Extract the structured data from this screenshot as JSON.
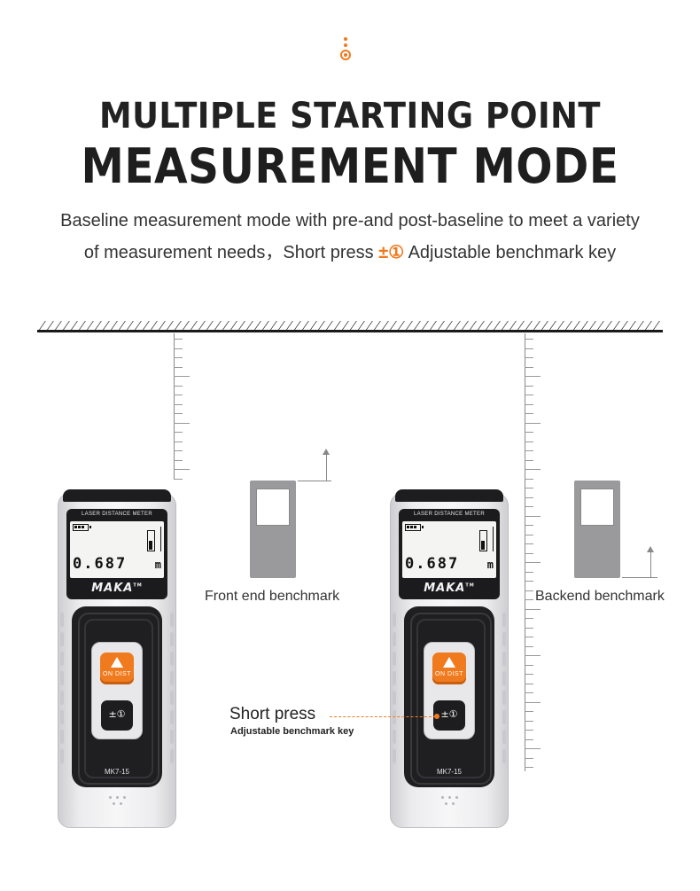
{
  "header": {
    "title_line1": "MULTIPLE STARTING POINT",
    "title_line2": "MEASUREMENT MODE",
    "desc_line1": "Baseline measurement mode with pre-and post-baseline to meet a variety",
    "desc_line2_prefix": "of measurement needs，Short press ",
    "desc_key_symbol": "±①",
    "desc_line2_suffix": " Adjustable benchmark key"
  },
  "devices": [
    {
      "screen_header": "LASER DISTANCE METER",
      "reading": "0.687",
      "unit": "m",
      "brand": "MAKA",
      "trademark": "TM",
      "on_button_label": "ON DIST",
      "ref_button_label": "±①",
      "model": "MK7-15",
      "benchmark_label": "Front end benchmark"
    },
    {
      "screen_header": "LASER DISTANCE METER",
      "reading": "0.687",
      "unit": "m",
      "brand": "MAKA",
      "trademark": "TM",
      "on_button_label": "ON DIST",
      "ref_button_label": "±①",
      "model": "MK7-15",
      "benchmark_label": "Backend benchmark"
    }
  ],
  "callout": {
    "title": "Short press",
    "subtitle": "Adjustable benchmark key"
  },
  "colors": {
    "accent": "#f07a1e",
    "device_dark": "#1f1f21",
    "device_body": "#ececee"
  },
  "icons": [
    "dots-marker-icon",
    "battery-icon",
    "device-position-icon",
    "laser-warning-icon",
    "benchmark-arrow-icon"
  ]
}
